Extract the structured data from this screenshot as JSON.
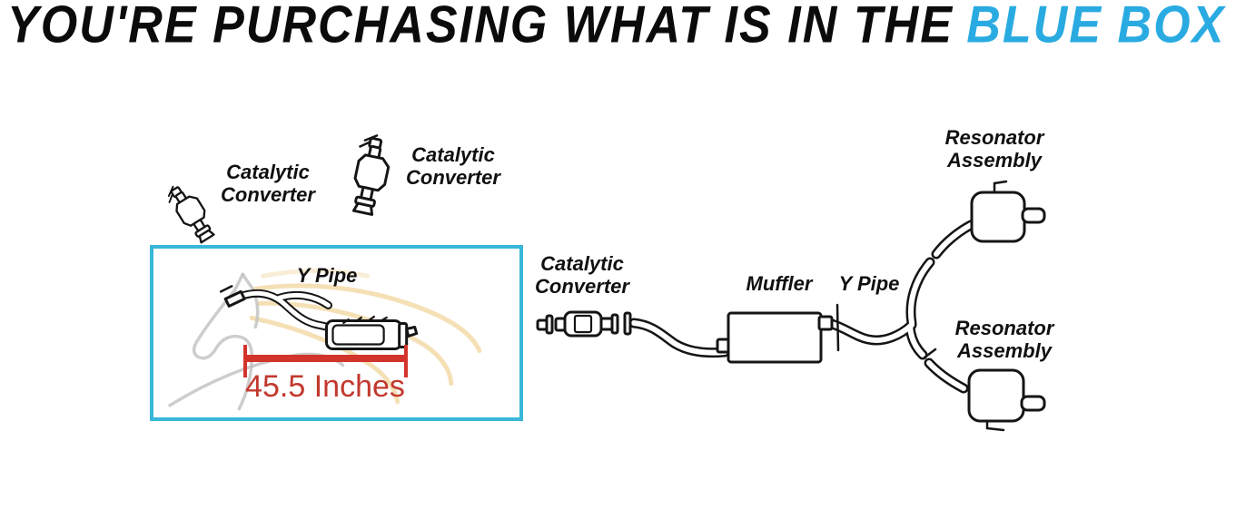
{
  "header": {
    "main_text": "YOU'RE PURCHASING WHAT IS IN THE",
    "highlight_text": "BLUE BOX"
  },
  "colors": {
    "header_black": "#0b0b0b",
    "highlight_blue": "#29ABE2",
    "box_border": "#39B7D8",
    "dimension_red": "#D2342B",
    "text_red": "#C2392E",
    "art_black": "#151515",
    "watermark_gray": "#C0C0C0",
    "watermark_gold": "#EFCB86"
  },
  "labels": {
    "catalytic_converter_line1": "Catalytic",
    "catalytic_converter_line2": "Converter",
    "y_pipe": "Y Pipe",
    "muffler": "Muffler",
    "resonator_line1": "Resonator",
    "resonator_line2": "Assembly",
    "measurement": "45.5 Inches"
  }
}
